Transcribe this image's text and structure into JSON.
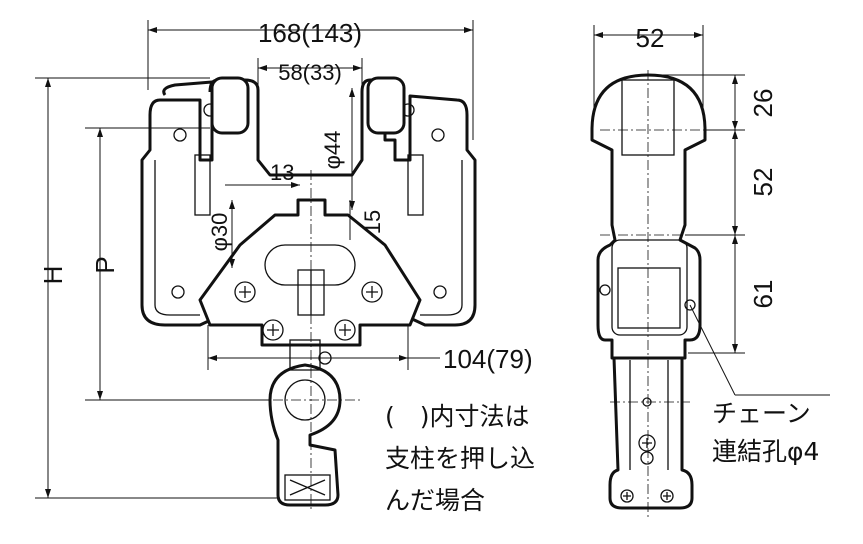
{
  "front_view": {
    "width_label": "168(143)",
    "inner_width_label": "58(33)",
    "dia_top_label": "φ44",
    "offset_label": "13",
    "dia_pole_label": "φ30",
    "gap_label": "15",
    "height_label": "H",
    "pitch_label": "P",
    "bottom_width_label": "104(79)"
  },
  "side_view": {
    "width_label": "52",
    "dim_top_label": "26",
    "dim_mid_label": "52",
    "dim_low_label": "61",
    "chain_note_line1": "チェーン",
    "chain_note_line2": "連結孔φ4"
  },
  "note": {
    "line1": "(　)内寸法は",
    "line2": "支柱を押し込",
    "line3": "んだ場合"
  }
}
